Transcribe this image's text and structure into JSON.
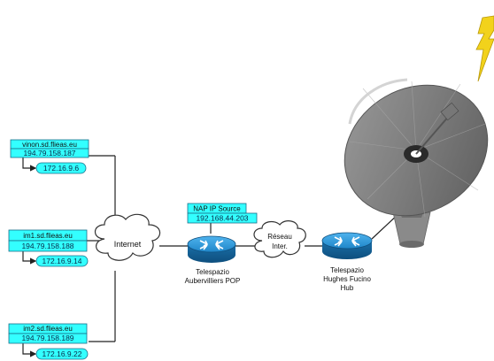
{
  "hosts": [
    {
      "name": "vinon.sd.flieas.eu",
      "ip_public": "194.79.158.187",
      "ip_private": "172.16.9.6"
    },
    {
      "name": "im1.sd.flieas.eu",
      "ip_public": "194.79.158.188",
      "ip_private": "172.16.9.14"
    },
    {
      "name": "im2.sd.flieas.eu",
      "ip_public": "194.79.158.189",
      "ip_private": "172.16.9.22"
    }
  ],
  "internet_label": "Internet",
  "nap": {
    "title": "NAP IP Source",
    "ip": "192.168.44.203"
  },
  "router_left": {
    "line1": "Telespazio",
    "line2": "Aubervilliers POP"
  },
  "reseau": {
    "line1": "Réseau",
    "line2": "Inter."
  },
  "router_right": {
    "line1": "Telespazio",
    "line2": "Hughes Fucino",
    "line3": "Hub"
  },
  "colors": {
    "label_fill": "#33ffff",
    "label_border": "#1a6f8a",
    "router_blue": "#1f86c8",
    "lightning": "#f2d21b"
  }
}
